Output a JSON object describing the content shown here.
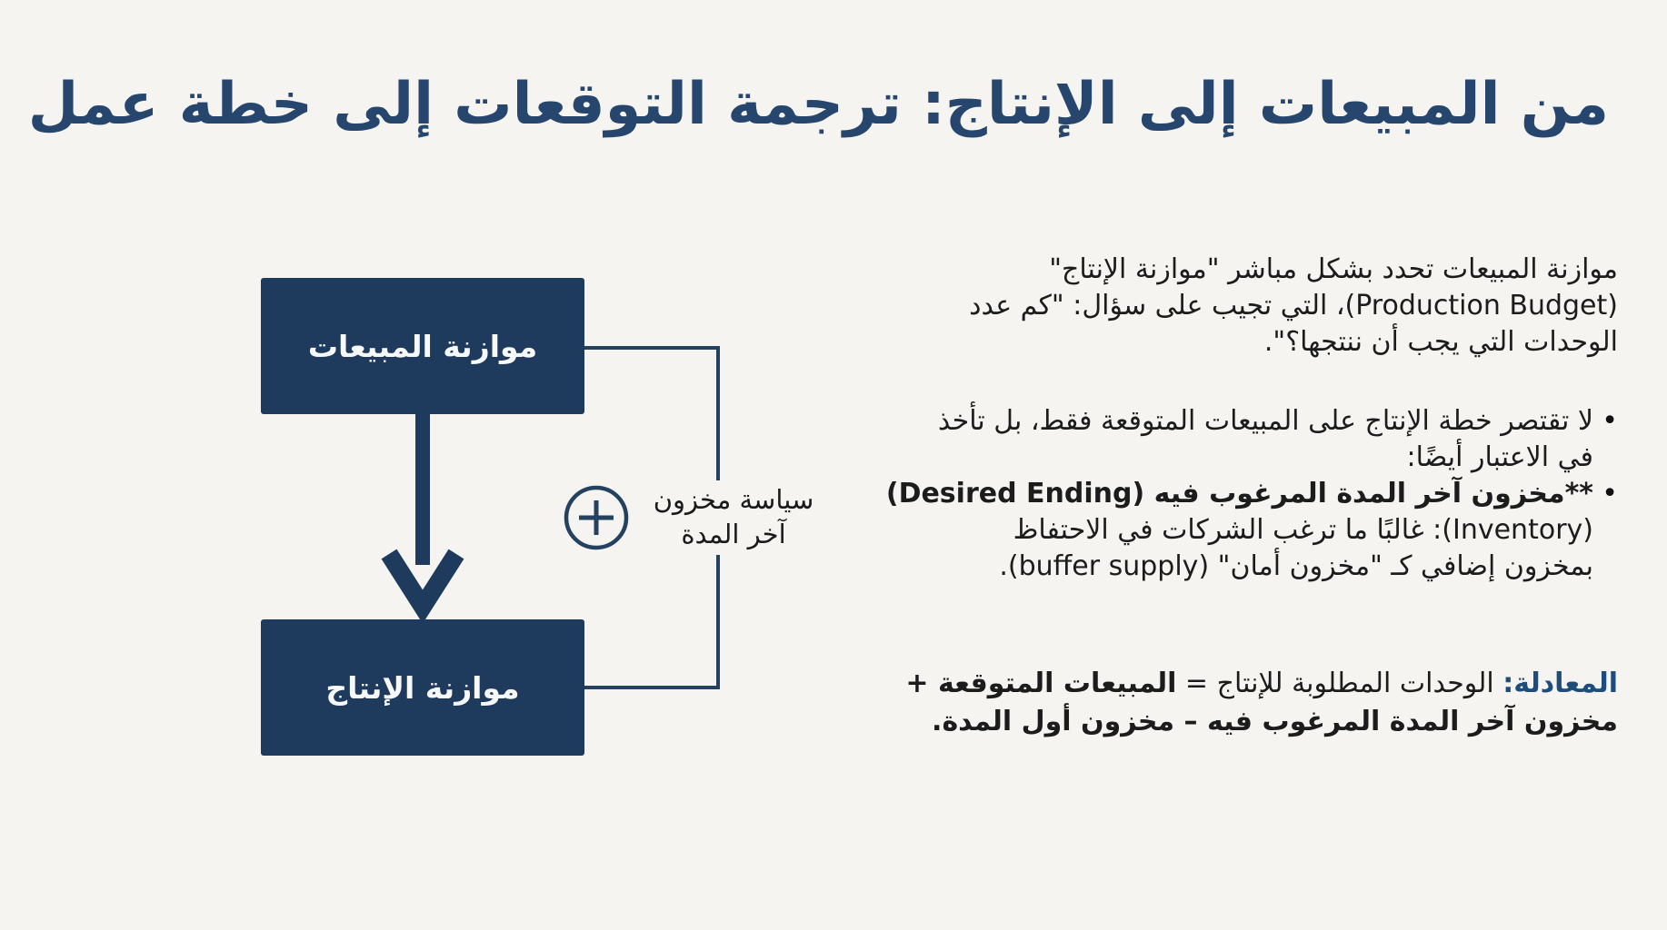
{
  "page": {
    "title": "من المبيعات إلى الإنتاج: ترجمة التوقعات إلى خطة عمل",
    "colors": {
      "background": "#f5f4f0",
      "navy_box": "#1e3a5c",
      "title_navy": "#26466e",
      "formula_label_blue": "#1d4d7d",
      "body_text": "#1c1c1c"
    }
  },
  "diagram": {
    "sales_box_label": "موازنة المبيعات",
    "production_box_label": "موازنة الإنتاج",
    "plus_icon": "+",
    "bullet_marker": "•",
    "policy_label": {
      "line1": "سياسة مخزون",
      "line2": "آخر المدة"
    }
  },
  "content": {
    "intro": {
      "lines": [
        "موازنة المبيعات تحدد بشكل مباشر \"موازنة الإنتاج\"",
        "(Production Budget)، التي تجيب على سؤال: \"كم عدد",
        "الوحدات التي يجب أن ننتجها؟\"."
      ]
    },
    "bullets": [
      {
        "lines": [
          "لا تقتصر خطة الإنتاج على المبيعات المتوقعة فقط، بل تأخذ",
          "في الاعتبار أيضًا:"
        ]
      },
      {
        "lines": [
          "**مخزون آخر المدة المرغوب فيه (Desired Ending)",
          "(Inventory): غالبًا ما ترغب الشركات في الاحتفاظ",
          "بمخزون إضافي كـ \"مخزون أمان\" (buffer supply)."
        ]
      }
    ],
    "formula": {
      "label": "المعادلة:",
      "normal": " الوحدات المطلوبة للإنتاج = ",
      "bold1": "المبيعات المتوقعة +",
      "bold2": "مخزون آخر المدة المرغوب فيه – مخزون أول المدة."
    }
  }
}
